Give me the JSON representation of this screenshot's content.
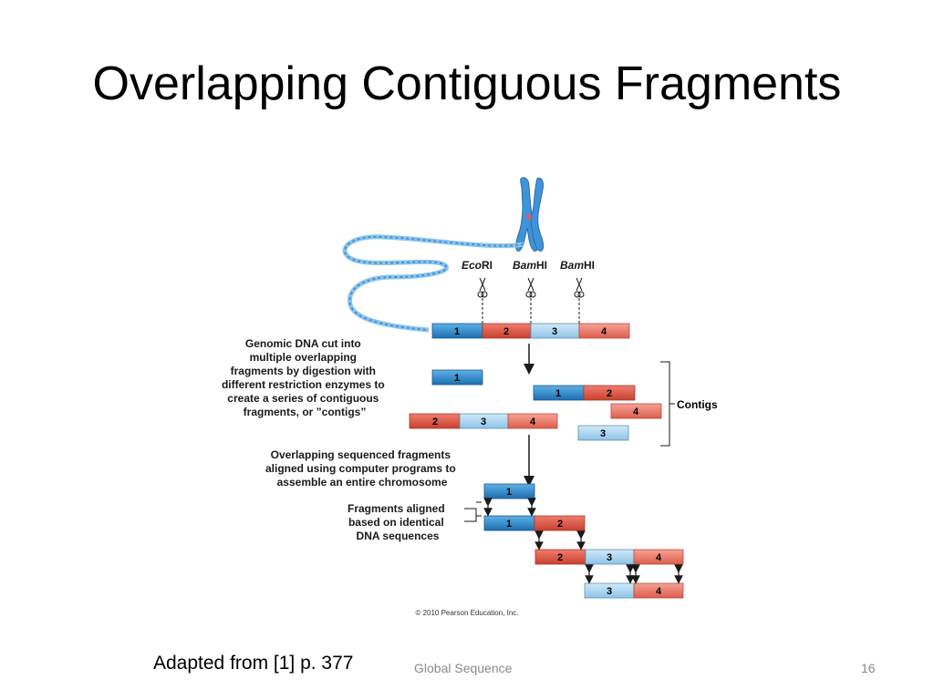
{
  "slide": {
    "title": "Overlapping Contiguous Fragments",
    "citation": "Adapted from [1] p. 377",
    "footer": "Global Sequence",
    "page_number": "16"
  },
  "figure": {
    "enzymes": {
      "ecori_italic": "Eco",
      "ecori_rest": "RI",
      "bamhi_italic": "Bam",
      "bamhi_rest": "HI"
    },
    "segments": {
      "s1": "1",
      "s2": "2",
      "s3": "3",
      "s4": "4"
    },
    "genomic_text": [
      "Genomic DNA cut into",
      "multiple overlapping",
      "fragments by digestion with",
      "different restriction enzymes to",
      "create a series of contiguous",
      "fragments, or ”contigs”"
    ],
    "contigs_label": "Contigs",
    "overlap_text": [
      "Overlapping sequenced fragments",
      "aligned using computer programs to",
      "assemble an entire chromosome"
    ],
    "aligned_text": [
      "Fragments aligned",
      "based on identical",
      "DNA sequences"
    ],
    "copyright": "© 2010 Pearson Education, Inc.",
    "colors": {
      "seg1": "#2a86c6",
      "seg2": "#e25a4a",
      "seg3": "#a9d2ef",
      "seg4": "#ee7a68",
      "line": "#1a1a1a",
      "chromosome": "#3f93d9"
    }
  }
}
